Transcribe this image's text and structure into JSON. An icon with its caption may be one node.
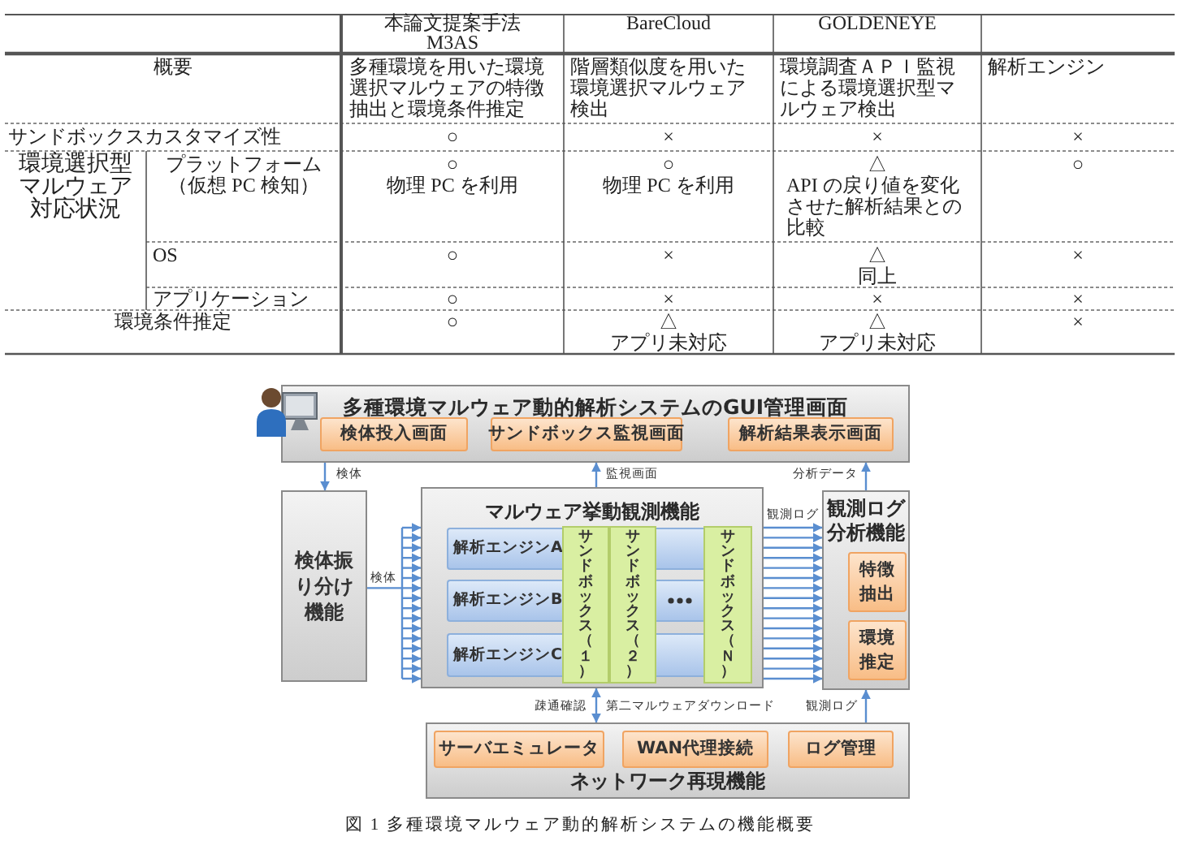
{
  "diagram": {
    "caption": "図 1 多種環境マルウェア動的解析システムの機能概要",
    "nodes": [
      {
        "text": [
          "多種環境マルウェア動的解析システムのGUI管理画面"
        ]
      },
      {
        "text": [
          "検体投入画面"
        ],
        "in": 0
      },
      {
        "text": [
          "サンドボックス監視画面"
        ],
        "in": 0
      },
      {
        "text": [
          "解析結果表示画面"
        ],
        "in": 0
      },
      {
        "text": [
          "検体振り分け機能"
        ]
      },
      {
        "text": [
          "マルウェア挙動観測機能"
        ]
      },
      {
        "text": [
          "解析エンジンA"
        ],
        "in": 5
      },
      {
        "text": [
          "解析エンジンB"
        ],
        "in": 5
      },
      {
        "text": [
          "解析エンジンC"
        ],
        "in": 5
      },
      {
        "text": [
          "サンドボックス（１）"
        ],
        "in": 5
      },
      {
        "text": [
          "サンドボックス（２）"
        ],
        "in": 5
      },
      {
        "text": [
          "サンドボックス（Ｎ）"
        ],
        "in": 5
      },
      {
        "text": [
          "観測ログ分析機能"
        ]
      },
      {
        "text": [
          "特徴抽出"
        ],
        "in": 12
      },
      {
        "text": [
          "環境推定"
        ],
        "in": 12
      },
      {
        "text": [
          "ネットワーク再現機能"
        ]
      },
      {
        "text": [
          "サーバエミュレータ"
        ],
        "in": 15
      },
      {
        "text": [
          "WAN代理接続"
        ],
        "in": 15
      },
      {
        "text": [
          "ログ管理"
        ],
        "in": 15
      }
    ],
    "edges": [
      {
        "from": 0,
        "to": 4,
        "arrow": "to",
        "label": "検体"
      },
      {
        "from": 4,
        "to": 5,
        "arrow": "to",
        "label": "検体"
      },
      {
        "from": 5,
        "to": 0,
        "arrow": "to",
        "label": "監視画面"
      },
      {
        "from": 5,
        "to": 12,
        "arrow": "to",
        "label": "観測ログ"
      },
      {
        "from": 12,
        "to": 0,
        "arrow": "to",
        "label": "分析データ"
      },
      {
        "from": 5,
        "to": 15,
        "arrow": "both",
        "label": "疎通確認"
      },
      {
        "from": 15,
        "to": 12,
        "arrow": "to",
        "label": "観測ログ"
      }
    ],
    "labels": [
      "本論文提案手法 M3AS",
      "BareCloud",
      "GOLDENEYE",
      "概要",
      "多種環境を用いた環境選択マルウェアの特徴抽出と環境条件推定",
      "階層類似度を用いた環境選択マルウェア検出",
      "環境調査ＡＰＩ監視による環境選択型マルウェア検出",
      "解析エンジン",
      "サンドボックスカスタマイズ性",
      "○",
      "×",
      "×",
      "×",
      "環境選択型マルウェア対応状況",
      "プラットフォーム（仮想 PC 検知）",
      "○",
      "物理 PC を利用",
      "○",
      "物理 PC を利用",
      "△",
      "API の戻り値を変化させた解析結果との比較",
      "○",
      "OS",
      "○",
      "×",
      "△",
      "同上",
      "×",
      "アプリケーション",
      "○",
      "×",
      "×",
      "×",
      "環境条件推定",
      "○",
      "△",
      "アプリ未対応",
      "△",
      "アプリ未対応",
      "×",
      "第二マルウェアダウンロード"
    ]
  }
}
